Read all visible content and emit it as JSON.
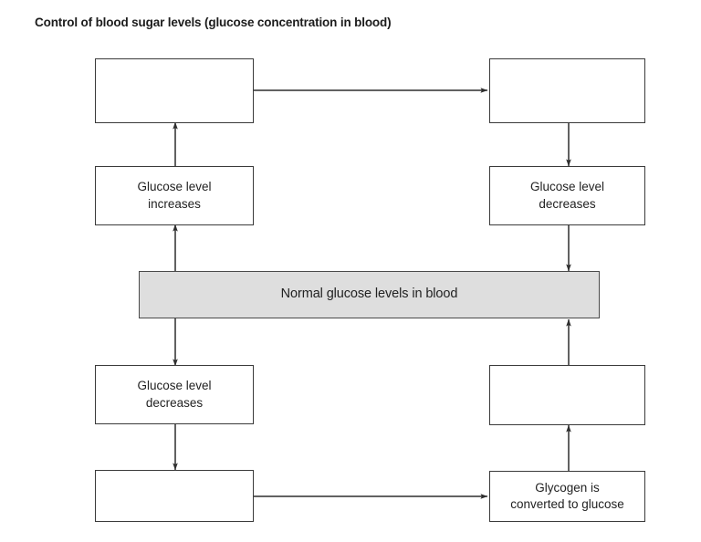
{
  "title": "Control of blood sugar levels (glucose concentration in blood)",
  "diagram": {
    "type": "flowchart",
    "description": "Negative feedback loop for blood glucose regulation with blank boxes to be completed",
    "nodes": [
      {
        "id": "top-left",
        "label": "",
        "empty": true,
        "shaded": false
      },
      {
        "id": "top-right",
        "label": "",
        "empty": true,
        "shaded": false
      },
      {
        "id": "mid-left",
        "label": "Glucose level\nincreases",
        "empty": false,
        "shaded": false
      },
      {
        "id": "mid-right",
        "label": "Glucose level\ndecreases",
        "empty": false,
        "shaded": false
      },
      {
        "id": "center",
        "label": "Normal glucose levels in blood",
        "empty": false,
        "shaded": true
      },
      {
        "id": "lower-left",
        "label": "Glucose level\ndecreases",
        "empty": false,
        "shaded": false
      },
      {
        "id": "lower-right",
        "label": "",
        "empty": true,
        "shaded": false
      },
      {
        "id": "bottom-left",
        "label": "",
        "empty": true,
        "shaded": false
      },
      {
        "id": "bottom-right",
        "label": "Glycogen is\nconverted to glucose",
        "empty": false,
        "shaded": false
      }
    ],
    "edges": [
      {
        "from": "top-left",
        "to": "top-right",
        "direction": "right"
      },
      {
        "from": "top-right",
        "to": "mid-right",
        "direction": "down"
      },
      {
        "from": "mid-right",
        "to": "center",
        "direction": "down"
      },
      {
        "from": "center",
        "to": "lower-left",
        "direction": "down"
      },
      {
        "from": "lower-left",
        "to": "bottom-left",
        "direction": "down"
      },
      {
        "from": "bottom-left",
        "to": "bottom-right",
        "direction": "right"
      },
      {
        "from": "bottom-right",
        "to": "lower-right",
        "direction": "up"
      },
      {
        "from": "lower-right",
        "to": "center",
        "direction": "up"
      },
      {
        "from": "center",
        "to": "mid-left",
        "direction": "up"
      },
      {
        "from": "mid-left",
        "to": "top-left",
        "direction": "up"
      }
    ],
    "colors": {
      "shaded_fill": "#dedede",
      "box_stroke": "#3a3a3a",
      "arrow_stroke": "#2e2e2e",
      "background": "#ffffff",
      "text": "#222222"
    }
  }
}
